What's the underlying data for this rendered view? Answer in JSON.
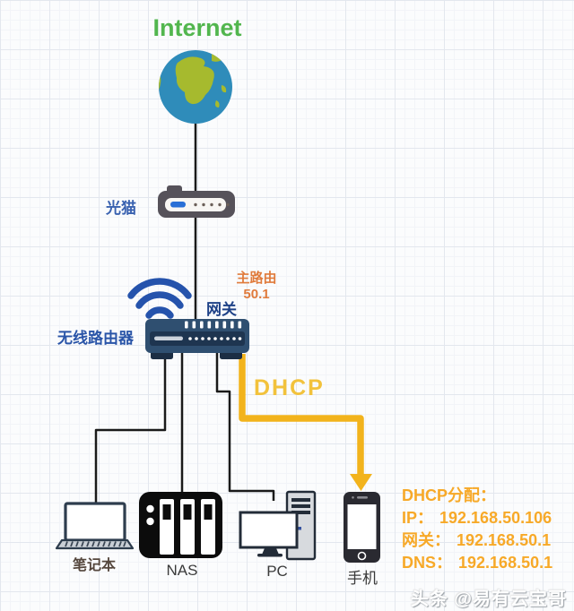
{
  "labels": {
    "internet": "Internet",
    "modem": "光猫",
    "router": "无线路由器",
    "gateway": "网关",
    "main_router": "主路由",
    "main_router_net": "50.1",
    "dhcp": "DHCP"
  },
  "devices": {
    "laptop": "笔记本",
    "nas": "NAS",
    "pc": "PC",
    "phone": "手机"
  },
  "dhcp_info": {
    "title": "DHCP分配：",
    "rows": [
      {
        "label": "IP：",
        "value": "192.168.50.106"
      },
      {
        "label": "网关：",
        "value": "192.168.50.1"
      },
      {
        "label": "DNS：",
        "value": "192.168.50.1"
      }
    ]
  },
  "watermark": "头条 @易有云宝哥",
  "colors": {
    "internet_green": "#52b64e",
    "label_blue": "#2a55a8",
    "gateway_navy": "#1e4187",
    "main_router_orange": "#e07b3c",
    "dhcp_arrow_gold": "#f2b31c",
    "dhcp_info_orange": "#f7a928",
    "router_body_navy": "#2f4f70",
    "wire_black": "#1a1a1a"
  }
}
